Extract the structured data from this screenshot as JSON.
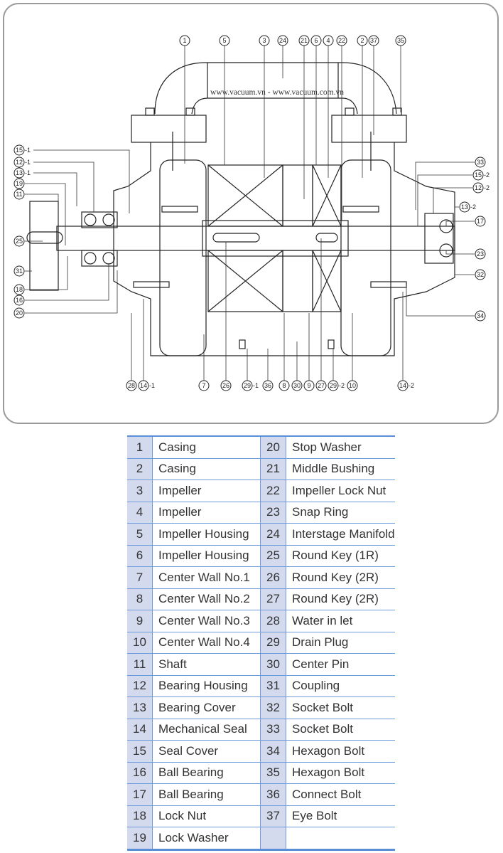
{
  "diagram": {
    "watermark": "www.vacuum.vn - www.vacuum.com.vn",
    "callouts_top": [
      "1",
      "5",
      "3",
      "24",
      "21",
      "6",
      "4",
      "22",
      "2",
      "37",
      "35"
    ],
    "callouts_left": [
      "15",
      "-1",
      "12",
      "-1",
      "13",
      "-1",
      "19",
      "11",
      "25",
      "31",
      "18",
      "16",
      "20"
    ],
    "callouts_right": [
      "33",
      "15",
      "-2",
      "12",
      "-2",
      "13",
      "-2",
      "17",
      "23",
      "32",
      "34"
    ],
    "callouts_bottom": [
      "28",
      "14",
      "-1",
      "7",
      "26",
      "29",
      "-1",
      "36",
      "8",
      "30",
      "9",
      "27",
      "29",
      "-2",
      "10",
      "14",
      "-2"
    ]
  },
  "parts_table": {
    "rows": [
      [
        {
          "no": "1",
          "name": "Casing"
        },
        {
          "no": "20",
          "name": "Stop Washer"
        }
      ],
      [
        {
          "no": "2",
          "name": "Casing"
        },
        {
          "no": "21",
          "name": "Middle Bushing"
        }
      ],
      [
        {
          "no": "3",
          "name": "Impeller"
        },
        {
          "no": "22",
          "name": "Impeller Lock Nut"
        }
      ],
      [
        {
          "no": "4",
          "name": "Impeller"
        },
        {
          "no": "23",
          "name": "Snap Ring"
        }
      ],
      [
        {
          "no": "5",
          "name": "Impeller Housing"
        },
        {
          "no": "24",
          "name": "Interstage Manifold"
        }
      ],
      [
        {
          "no": "6",
          "name": "Impeller Housing"
        },
        {
          "no": "25",
          "name": "Round Key (1R)"
        }
      ],
      [
        {
          "no": "7",
          "name": "Center Wall No.1"
        },
        {
          "no": "26",
          "name": "Round Key (2R)"
        }
      ],
      [
        {
          "no": "8",
          "name": "Center Wall No.2"
        },
        {
          "no": "27",
          "name": "Round Key (2R)"
        }
      ],
      [
        {
          "no": "9",
          "name": "Center Wall No.3"
        },
        {
          "no": "28",
          "name": "Water in let"
        }
      ],
      [
        {
          "no": "10",
          "name": "Center Wall No.4"
        },
        {
          "no": "29",
          "name": "Drain Plug"
        }
      ],
      [
        {
          "no": "11",
          "name": "Shaft"
        },
        {
          "no": "30",
          "name": "Center Pin"
        }
      ],
      [
        {
          "no": "12",
          "name": "Bearing Housing"
        },
        {
          "no": "31",
          "name": "Coupling"
        }
      ],
      [
        {
          "no": "13",
          "name": "Bearing Cover"
        },
        {
          "no": "32",
          "name": "Socket Bolt"
        }
      ],
      [
        {
          "no": "14",
          "name": "Mechanical Seal"
        },
        {
          "no": "33",
          "name": "Socket Bolt"
        }
      ],
      [
        {
          "no": "15",
          "name": "Seal Cover"
        },
        {
          "no": "34",
          "name": "Hexagon Bolt"
        }
      ],
      [
        {
          "no": "16",
          "name": "Ball Bearing"
        },
        {
          "no": "35",
          "name": "Hexagon Bolt"
        }
      ],
      [
        {
          "no": "17",
          "name": "Ball Bearing"
        },
        {
          "no": "36",
          "name": "Connect Bolt"
        }
      ],
      [
        {
          "no": "18",
          "name": "Lock Nut"
        },
        {
          "no": "37",
          "name": "Eye Bolt"
        }
      ],
      [
        {
          "no": "19",
          "name": "Lock Washer"
        },
        {
          "no": "",
          "name": ""
        }
      ]
    ]
  }
}
